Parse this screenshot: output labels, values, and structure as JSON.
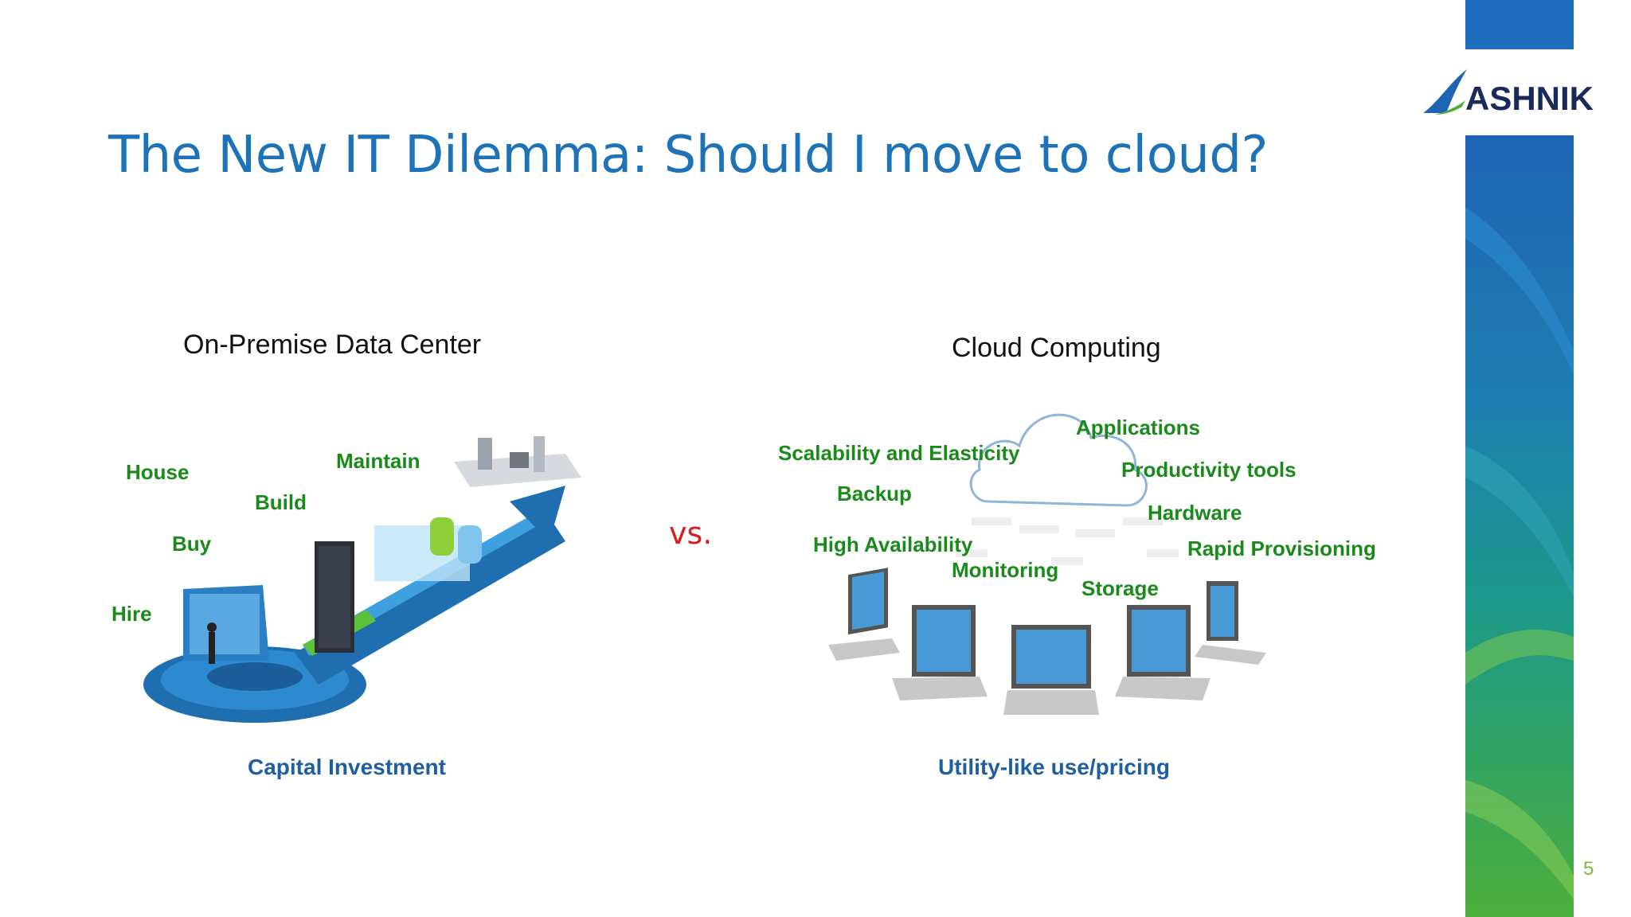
{
  "slide": {
    "title": "The New IT Dilemma: Should I move to cloud?",
    "page_number": "5",
    "logo_text": "ASHNIK",
    "vs_label": "vs.",
    "colors": {
      "title": "#1d72b8",
      "green": "#1a8a1a",
      "blue": "#1f5f9f",
      "vs": "#d32020"
    }
  },
  "on_premise": {
    "heading": "On-Premise Data Center",
    "labels": {
      "house": "House",
      "build": "Build",
      "buy": "Buy",
      "hire": "Hire",
      "maintain": "Maintain"
    },
    "caption": "Capital Investment"
  },
  "cloud": {
    "heading": "Cloud Computing",
    "labels": {
      "applications": "Applications",
      "scalability": "Scalability and Elasticity",
      "productivity": "Productivity tools",
      "backup": "Backup",
      "hardware": "Hardware",
      "high_availability": "High Availability",
      "rapid_provisioning": "Rapid Provisioning",
      "monitoring": "Monitoring",
      "storage": "Storage"
    },
    "caption": "Utility-like use/pricing"
  }
}
